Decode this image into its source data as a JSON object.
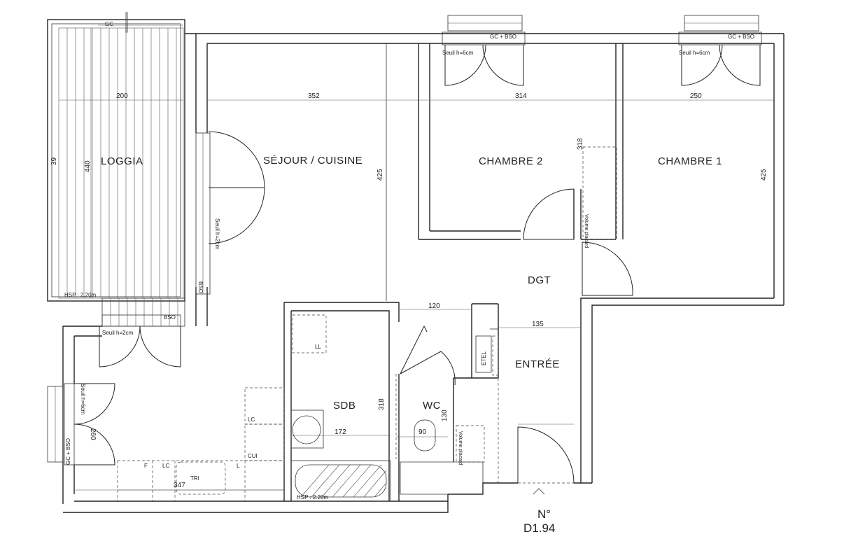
{
  "rooms": {
    "loggia": "LOGGIA",
    "sejour": "SÉJOUR / CUISINE",
    "chambre2": "CHAMBRE 2",
    "chambre1": "CHAMBRE 1",
    "dgt": "DGT",
    "entree": "ENTRÉE",
    "sdb": "SDB",
    "wc": "WC"
  },
  "dimensions": {
    "loggia_width": "200",
    "sejour_width": "352",
    "chambre2_width": "314",
    "chambre1_width": "250",
    "sejour_height": "425",
    "chambre1_height": "425",
    "loggia_height": "440",
    "loggia_side": "39",
    "placard_height": "318",
    "sdb_height": "318",
    "wc_height": "130",
    "dgt_width": "120",
    "entree_width": "135",
    "sdb_width": "172",
    "wc_width": "90",
    "kitchen_length": "347",
    "left_window_dim": "260"
  },
  "labels": {
    "gc_top": "GC",
    "gc_bso_1": "GC + BSO",
    "gc_bso_2": "GC + BSO",
    "seuil_6cm_1": "Seuil h=6cm",
    "seuil_6cm_2": "Seuil h=6cm",
    "seuil_2cm_vert": "Seuil h=2cm",
    "seuil_2cm": "Seuil h=2cm",
    "seuil_6cm_left": "Seuil h=6cm",
    "gc_bso_left": "GC + BSO",
    "bso_1": "BSO",
    "bso_2": "BSO",
    "hsp_loggia": "HSP : 2.20m",
    "hsp_sdb": "HSP : 2.20m",
    "volume_placard_1": "Volume placard",
    "volume_placard_2": "Volume placard",
    "ll": "LL",
    "lc_1": "LC",
    "lc_2": "LC",
    "cui": "CUI",
    "f": "F",
    "l": "L",
    "tri": "TRI",
    "etel": "ETEL"
  },
  "unit": {
    "label": "N°",
    "number": "D1.94"
  }
}
